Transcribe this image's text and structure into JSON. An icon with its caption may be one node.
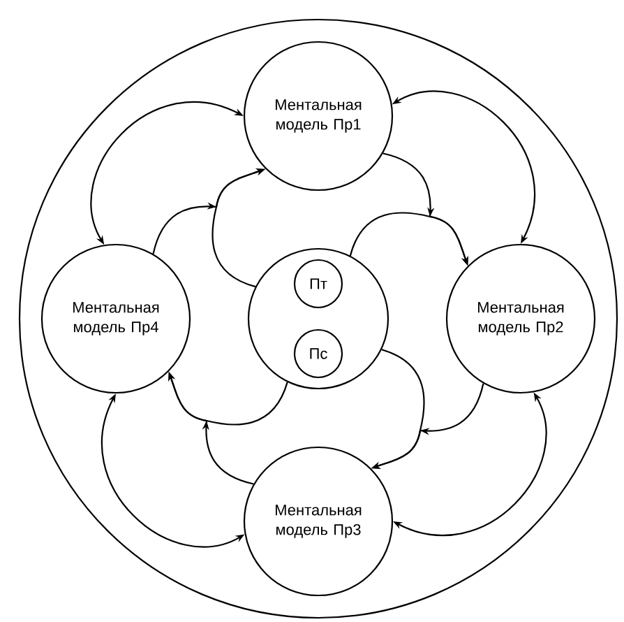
{
  "diagram": {
    "nodes": [
      {
        "text": [],
        "shape": "circle"
      },
      {
        "text": [
          "Ментальная модель Пр1"
        ],
        "in": 0
      },
      {
        "text": [
          "Ментальная модель Пр4"
        ],
        "in": 0
      },
      {
        "text": [],
        "shape": "circle",
        "in": 0
      },
      {
        "text": [
          "Пт"
        ],
        "in": 3
      },
      {
        "text": [
          "Пс"
        ],
        "in": 3
      },
      {
        "text": [
          "Ментальная модель Пр2"
        ],
        "in": 0
      },
      {
        "text": [
          "Ментальная модель Пр3"
        ],
        "in": 0
      }
    ],
    "edges": [
      {
        "from": 1,
        "to": 2,
        "arrow": "both"
      },
      {
        "from": 1,
        "to": 6,
        "arrow": "both"
      },
      {
        "from": 6,
        "to": 7,
        "arrow": "both"
      },
      {
        "from": 7,
        "to": 2,
        "arrow": "both"
      },
      {
        "from": 3,
        "to": 1,
        "arrow": "to"
      },
      {
        "from": 2,
        "to": 1,
        "arrow": "to"
      },
      {
        "from": 3,
        "to": 6,
        "arrow": "to"
      },
      {
        "from": 1,
        "to": 6,
        "arrow": "to"
      },
      {
        "from": 3,
        "to": 7,
        "arrow": "to"
      },
      {
        "from": 6,
        "to": 7,
        "arrow": "to"
      },
      {
        "from": 3,
        "to": 2,
        "arrow": "to"
      },
      {
        "from": 7,
        "to": 2,
        "arrow": "to"
      }
    ]
  }
}
